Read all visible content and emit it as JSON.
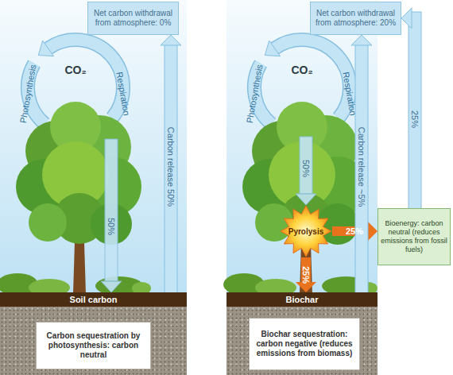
{
  "diagram": {
    "nodes": [
      {
        "text": [
          "Net carbon withdrawal from atmosphere: 0%"
        ]
      },
      {
        "text": [
          "Soil carbon"
        ]
      },
      {
        "text": [
          "Carbon sequestration by photosynthesis: carbon neutral"
        ],
        "in": 1
      },
      {
        "text": [
          "Net carbon withdrawal from atmosphere: 20%"
        ]
      },
      {
        "text": [
          "Pyrolysis"
        ]
      },
      {
        "text": [
          "Bioenergy: carbon neutral (reduces emissions from fossil fuels)"
        ]
      },
      {
        "text": [
          "Biochar"
        ]
      },
      {
        "text": [
          "Biochar sequestration: carbon negative (reduces emissions from biomass)"
        ],
        "in": 6
      }
    ],
    "edges": [
      {
        "from": 1,
        "to": 0,
        "label": "Carbon release 50%",
        "arrow": "to"
      },
      {
        "from": 4,
        "to": 5,
        "label": "25%",
        "arrow": "to"
      },
      {
        "from": 4,
        "to": 6,
        "label": "25%",
        "arrow": "to"
      },
      {
        "from": 6,
        "to": 3,
        "label": "Carbon release ~5%",
        "arrow": "to"
      },
      {
        "from": 5,
        "to": 3,
        "label": "25%",
        "arrow": "to"
      }
    ],
    "labels": [
      "CO₂",
      "Photosynthesis",
      "Respiration",
      "50%",
      "CO₂",
      "Photosynthesis",
      "Respiration",
      "50%"
    ]
  }
}
